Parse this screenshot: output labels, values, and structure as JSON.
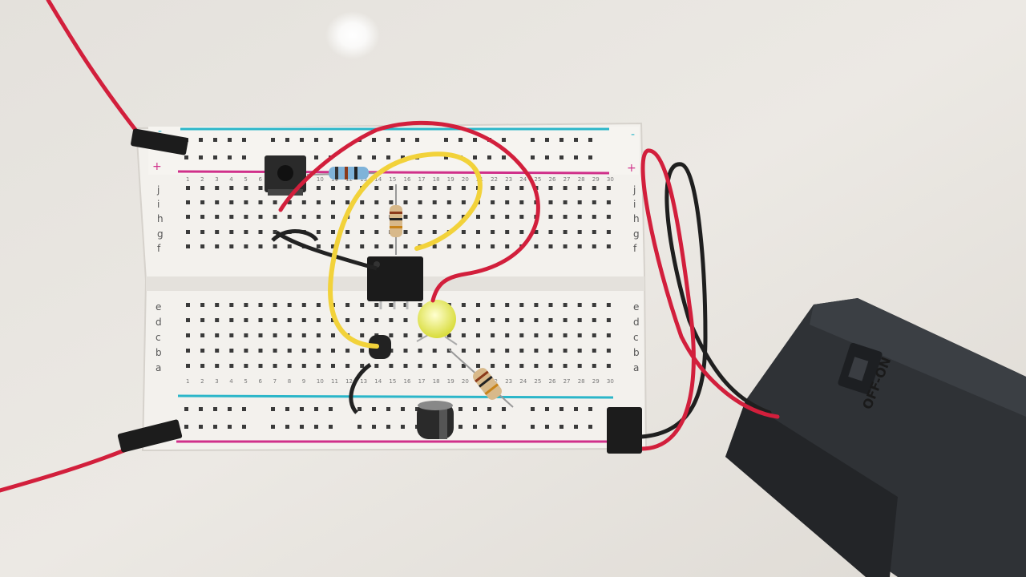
{
  "scene": {
    "description_label": "",
    "colors": {
      "table": "#e9e6e1",
      "breadboard": "#f4f2ee",
      "rail_red": "#d0308a",
      "rail_blue": "#2bb6c9",
      "wire_red": "#d21f3c",
      "wire_black": "#222222",
      "wire_yellow": "#f2d23a",
      "battery_box": "#2c2f33",
      "led": "#f3f37a"
    },
    "icons": [
      "battery-holder-icon",
      "breadboard-icon",
      "ic-chip-icon",
      "led-icon",
      "resistor-icon",
      "capacitor-icon",
      "push-button-icon"
    ]
  },
  "breadboard": {
    "rail_plus_top": "+",
    "rail_minus_top": "-",
    "row_letters_top": [
      "j",
      "i",
      "h",
      "g",
      "f"
    ],
    "row_letters_bottom": [
      "e",
      "d",
      "c",
      "b",
      "a"
    ],
    "column_numbers": [
      "1",
      "2",
      "3",
      "4",
      "5",
      "6",
      "7",
      "8",
      "9",
      "10",
      "11",
      "12",
      "13",
      "14",
      "15",
      "16",
      "17",
      "18",
      "19",
      "20",
      "21",
      "22",
      "23",
      "24",
      "25",
      "26",
      "27",
      "28",
      "29",
      "30"
    ]
  },
  "battery": {
    "switch_label": "OFF-ON"
  }
}
